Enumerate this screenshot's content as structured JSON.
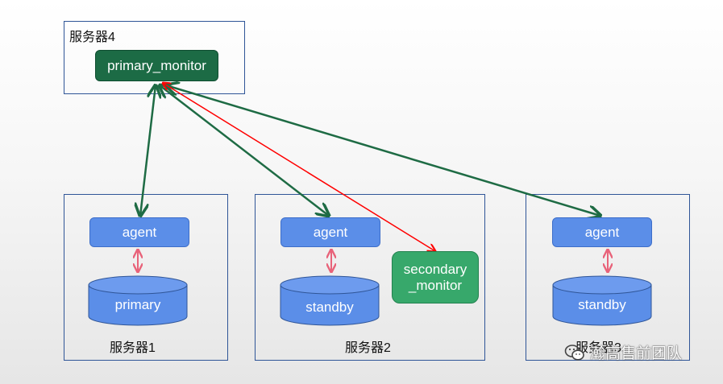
{
  "servers": {
    "server4": {
      "title": "服务器4",
      "node": "primary_monitor"
    },
    "server1": {
      "title": "服务器1",
      "agent": "agent",
      "db": "primary"
    },
    "server2": {
      "title": "服务器2",
      "agent": "agent",
      "db": "standby",
      "monitor_line1": "secondary",
      "monitor_line2": "_monitor"
    },
    "server3": {
      "title": "服务器3",
      "agent": "agent",
      "db": "standby"
    }
  },
  "watermark": {
    "text": "瀚高售前团队",
    "icon": "wechat-icon"
  },
  "colors": {
    "border": "#2f5597",
    "agent": "#5b8ee8",
    "primary_monitor": "#1c6b45",
    "secondary_monitor": "#37a86b",
    "green_link": "#1e6b44",
    "red_link": "#ff0000",
    "pink_link": "#e8637a"
  }
}
